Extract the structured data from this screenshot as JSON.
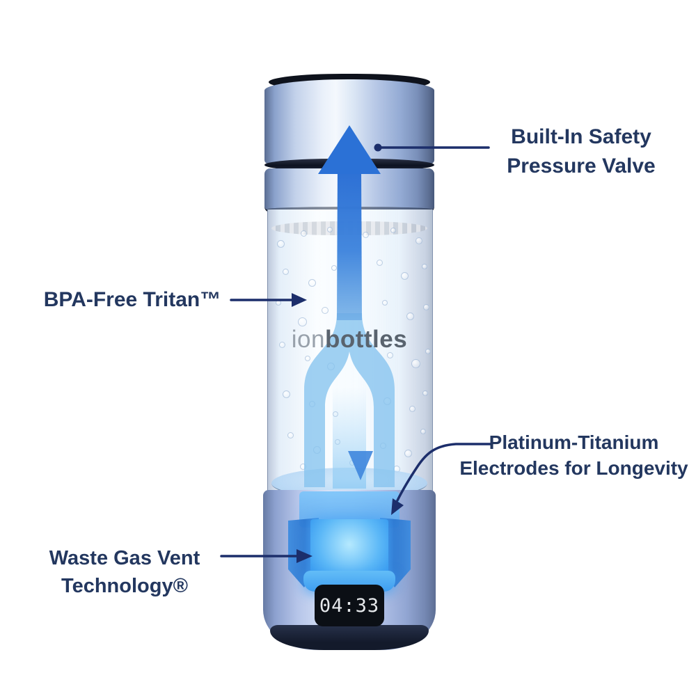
{
  "product": {
    "logo": {
      "prefix": "ion",
      "suffix": "bottles"
    },
    "display_time": "04:33"
  },
  "annotations": {
    "valve": {
      "lines": [
        "Built-In Safety",
        "Pressure Valve"
      ]
    },
    "bpa": {
      "label": "BPA-Free Tritan™"
    },
    "electrodes": {
      "lines": [
        "Platinum-Titanium",
        "Electrodes for Longevity"
      ]
    },
    "vent": {
      "lines": [
        "Waste Gas Vent",
        "Technology®"
      ]
    }
  },
  "colors": {
    "label_navy": "#23375f",
    "leader_navy": "#1c2e6b",
    "arrow_blue": "#2b71d6",
    "arrow_light": "#86c0ec",
    "glow_blue": "#3fa4f4",
    "display_bg": "#0b0f15",
    "display_text": "#e6e9ec",
    "logo_gray": "#98a1ab",
    "logo_dark": "#59636e"
  }
}
